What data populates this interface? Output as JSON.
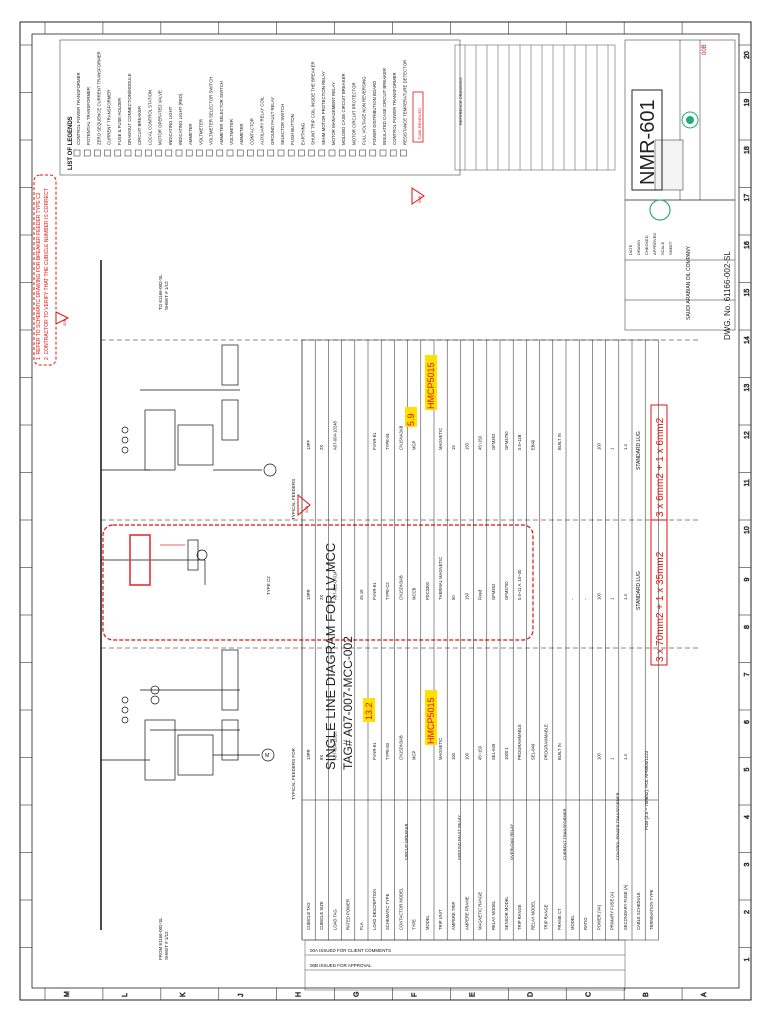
{
  "sheet": {
    "title_line1": "SINGLE LINE DIAGRAM FOR LV MCC",
    "title_line2": "TAG# A07-007-MCC-002",
    "drawing_tag": "NMR-601",
    "dwg_no": "DWG. No. 61166-002-SL",
    "reference_drawings_label": "REFERENCE DRAWINGS",
    "grid_numbers": [
      "20",
      "19",
      "18",
      "17",
      "16",
      "15",
      "14",
      "13",
      "12",
      "11",
      "10",
      "9",
      "8",
      "7",
      "6",
      "5",
      "4",
      "3",
      "2",
      "1"
    ],
    "grid_letters": [
      "M",
      "L",
      "K",
      "J",
      "H",
      "G",
      "F",
      "E",
      "D",
      "C",
      "B",
      "A"
    ]
  },
  "notes": {
    "cloud_tag": "00B",
    "note1": "1. REFER TO SCHEMATIC DRAWING FOR BREAKER FEEDER TYPE C2",
    "note2": "2. CONTRACTOR TO VERIFY THAT THE CUBICLE NUMBER IS CORRECT"
  },
  "feeders": {
    "from_label": "FROM 61166-002-SL",
    "from_sheet": "SHEET # 1/12",
    "to_label": "TO 61166-002-SL",
    "to_sheet": "SHEET # 1/12",
    "typical_feeder_left": "TYPICAL FEEDERS FOR",
    "typical_feeder_mid": "TYPE C2",
    "typical_feeder_right": "TYPICAL FEEDERS"
  },
  "markups": {
    "hmcp_left": "HMCP5015",
    "hmcp_right": "HMCP5015",
    "value_left": "13.2",
    "value_right": "5.9",
    "cable_left": "3 x 70mm2 + 1 x 35mm2",
    "cable_right": "3 x 6mm2 + 1 x 6mm2",
    "tube_removed": "TUBE REMOVED",
    "bus_label": "PDB  (3.5 ~ 70mm2), Pcs. AP0004/1123"
  },
  "schedule": {
    "row_labels": [
      "CUBICLE TAG",
      "CUBICLE SIZE",
      "LOAD TAG",
      "RATED POWER",
      "FLA",
      "LOAD DESCRIPTION",
      "SCHEMATIC TYPE",
      "CONTACTOR MODEL",
      "TYPE",
      "MODEL",
      "TRIP UNIT",
      "AMPERE TRIP",
      "AMPERE FRAME",
      "MAGNETIC RANGE",
      "RELAY MODEL",
      "SENSOR MODEL",
      "TRIP RANGE",
      "RELAY MODEL",
      "TRIP RANGE",
      "FRAME CT",
      "MODEL",
      "RATIO",
      "POWER (VA)",
      "PRIMARY FUSE (A)",
      "SECONDARY FUSE (A)",
      "CABLE SCHEDULE",
      "TERMINATION TYPE"
    ],
    "group_labels": [
      "CIRCUIT BREAKER",
      "GROUND FAULT RELAY",
      "OVERLOAD RELAY",
      "CURRENT TRANSFORMER",
      "CONTROL POWER TRANSFORMER"
    ],
    "col1": [
      "13PR",
      "8X",
      "A07-004-11026",
      "",
      "",
      "FVNR-81",
      "TYPE-83",
      "CN15DN3AB",
      "MCP",
      "",
      "MAGNETIC",
      "100",
      "100",
      "45~150",
      "SEL-849",
      "1000:1",
      "PROGRAMMABLE",
      "SEL-849",
      "PROGRAMMABLE",
      "BUILT IN",
      "",
      "",
      "100",
      "1",
      "1.4",
      "",
      ""
    ],
    "col2": [
      "13PR",
      "2X",
      "A07-002-U-014",
      "",
      "45.19",
      "FVNR-81",
      "TYPE-C2",
      "CN15DN3AB",
      "MCCB",
      "FDC3300",
      "THERMAL MAGNETIC",
      "50",
      "150",
      "Fixed",
      "GFM352",
      "GFM3750",
      "0.5~11 A, 10~30",
      "",
      "",
      "",
      "-",
      "-",
      "100",
      "1",
      "1.4",
      "",
      ""
    ],
    "col3": [
      "13PF",
      "2X",
      "A07-004-10248",
      "",
      "",
      "FVNR-81",
      "TYPE-81",
      "CN15NA3AB",
      "MCP",
      "",
      "MAGNETIC",
      "15",
      "150",
      "45~150",
      "GFM352",
      "GFM3750",
      "0.5~11B",
      "EB40",
      "",
      "BUILT IN",
      "",
      "",
      "100",
      "1",
      "1.4",
      "",
      ""
    ],
    "cable_note": "STANDARD LUG"
  },
  "legend": {
    "title": "LIST OF LEGENDS",
    "items": [
      "CONTROL POWER TRANSFORMER",
      "POTENTIAL TRANSFORMER",
      "ZERO SEQUENCE CURRENT TRANSFORMER",
      "CURRENT TRANSFORMER",
      "FUSE & FUSE HOLDER",
      "DRAWOUT CONNECTION/MODULE",
      "CIRCUIT BREAKER",
      "LOCAL CONTROL STATION",
      "MOTOR OPERATED VALVE",
      "INDICATING LIGHT",
      "INDICATING LIGHT (RED)",
      "AMMETER",
      "VOLTMETER",
      "VOLTMETER SELECTOR SWITCH",
      "AMMETER SELECTOR SWITCH",
      "VOLTMETER",
      "AMMETER",
      "CONTACTOR",
      "AUXILIARY RELAY COIL",
      "GROUND FAULT RELAY",
      "SELECTOR SWITCH",
      "PUSH BUTTON",
      "EARTHING",
      "SHUNT TRIP COIL INSIDE THE BREAKER",
      "SEHM MOTOR PROTECTION RELAY",
      "MOTOR MANAGEMENT RELAY",
      "MOLDED CASE CIRCUIT BREAKER",
      "MOTOR CIRCUIT PROTECTOR",
      "FULL VOLTAGE NON REVERSING",
      "POWER DISTRIBUTION BOARD",
      "INSULATED CASE CIRCUIT BREAKER",
      "CONTROL POWER TRANSFORMER",
      "RESISTANCE TEMPERATURE DETECTOR"
    ]
  },
  "titleblock": {
    "company": "SAUDI ARABIAN OIL COMPANY",
    "project": "NMR-601",
    "rev": "00B",
    "revisions": [
      "00A  ISSUED FOR CLIENT COMMENTS",
      "00B  ISSUED FOR APPROVAL"
    ],
    "fields": [
      "DATE",
      "DRAWN",
      "CHECKED",
      "APPROVED",
      "SCALE",
      "SHEET"
    ]
  }
}
